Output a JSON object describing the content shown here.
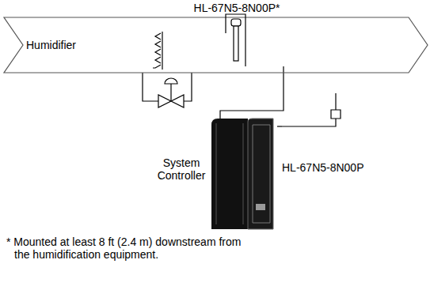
{
  "diagram": {
    "nodes": [
      {
        "text": [
          "Humidifier"
        ]
      },
      {
        "text": [
          "HL-67N5-8N00P*"
        ]
      },
      {
        "text": [
          "System Controller"
        ]
      },
      {
        "text": [
          "HL-67N5-8N00P"
        ]
      }
    ],
    "edges": [
      {
        "from": 1,
        "to": 2,
        "arrow": "none"
      },
      {
        "from": 2,
        "to": 3,
        "arrow": "none"
      }
    ],
    "labels": [
      "* Mounted at least 8 ft (2.4 m) downstream from the humidification equipment."
    ]
  }
}
